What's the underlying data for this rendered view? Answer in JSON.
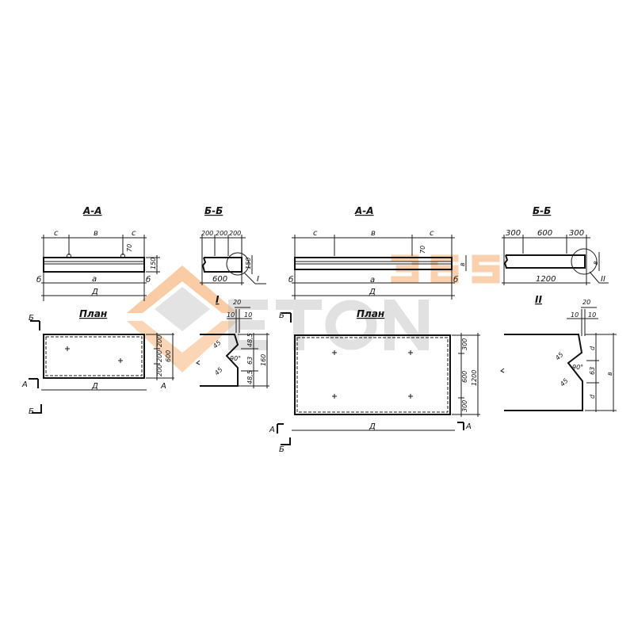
{
  "watermark": {
    "logo_text": "365 ETON",
    "colors": {
      "orange": "#f5a25d",
      "grey": "#bdbdbd"
    }
  },
  "left": {
    "aa": {
      "title": "А-А",
      "top_dims": [
        "с",
        "в",
        "с"
      ],
      "hook_dim": "70",
      "height_dim": "150",
      "bottom_dims": [
        "б",
        "а",
        "б"
      ],
      "length": "Д"
    },
    "bb": {
      "title": "Б-Б",
      "top_dims": [
        "200",
        "200",
        "200"
      ],
      "height_dim": "150",
      "width_dim": "600",
      "callout": "I"
    },
    "plan": {
      "title": "План",
      "side_dims": [
        "200",
        "200",
        "200"
      ],
      "total_dim": "600",
      "length": "Д",
      "markers": [
        "Б",
        "А",
        "Б",
        "А"
      ]
    },
    "detail": {
      "title": "I",
      "dims_top": [
        "20",
        "10",
        "10"
      ],
      "legs": [
        "45",
        "45"
      ],
      "angle": "90°",
      "side_dims": [
        "48,5",
        "63",
        "48,5"
      ],
      "total": "160"
    }
  },
  "right": {
    "aa": {
      "title": "А-А",
      "top_dims": [
        "с",
        "в",
        "с"
      ],
      "hook_dim": "70",
      "height_dim": "в",
      "bottom_dims": [
        "б",
        "а",
        "б"
      ],
      "length": "Д"
    },
    "bb": {
      "title": "Б-Б",
      "top_dims": [
        "300",
        "600",
        "300"
      ],
      "height_dim": "в",
      "width_dim": "1200",
      "callout": "II"
    },
    "plan": {
      "title": "План",
      "side_dims": [
        "300",
        "600",
        "300"
      ],
      "total_dim": "1200",
      "length": "Д",
      "markers": [
        "Б",
        "А",
        "Б",
        "А"
      ]
    },
    "detail": {
      "title": "II",
      "dims_top": [
        "20",
        "10",
        "10"
      ],
      "legs": [
        "45",
        "45"
      ],
      "angle": "90°",
      "side_dims": [
        "d",
        "63",
        "d"
      ],
      "total": "в"
    }
  }
}
